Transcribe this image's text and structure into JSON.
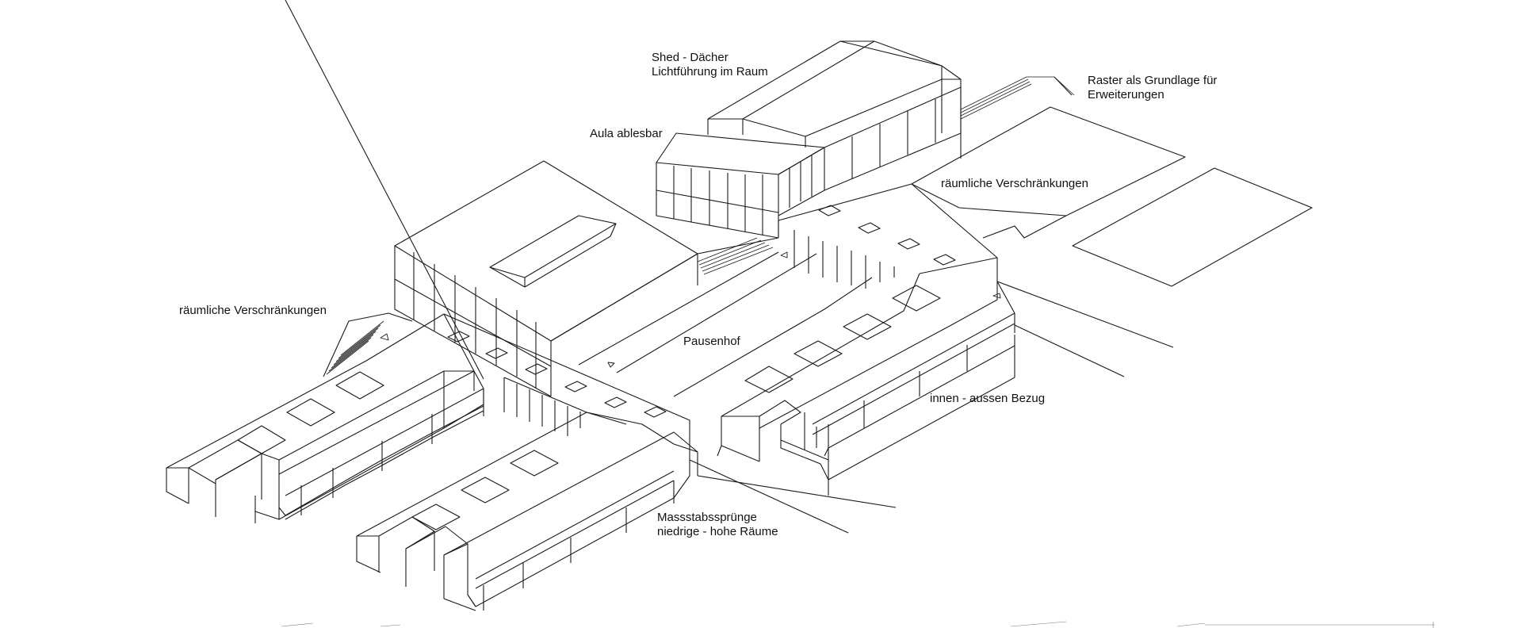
{
  "labels": {
    "shed": {
      "line1": "Shed - Dächer",
      "line2": "Lichtführung im Raum"
    },
    "raster": {
      "line1": "Raster als Grundlage für",
      "line2": "Erweiterungen"
    },
    "aula": {
      "line1": "Aula ablesbar"
    },
    "verschraenkungen_right": {
      "line1": "räumliche Verschränkungen"
    },
    "verschraenkungen_left": {
      "line1": "räumliche Verschränkungen"
    },
    "pausenhof": {
      "line1": "Pausenhof"
    },
    "innen_aussen": {
      "line1": "innen - aussen Bezug"
    },
    "massstab": {
      "line1": "Massstabssprünge",
      "line2": "niedrige - hohe Räume"
    }
  },
  "colors": {
    "line": "#1a1a1a",
    "background": "#ffffff"
  }
}
